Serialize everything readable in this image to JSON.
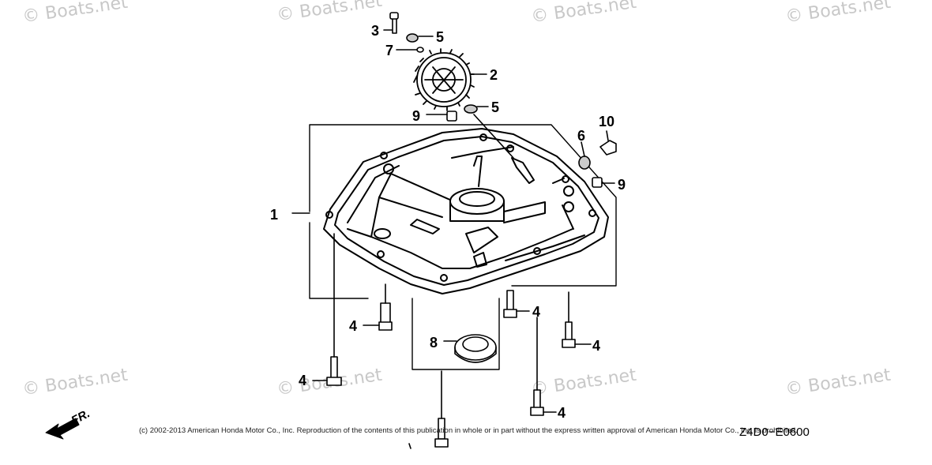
{
  "watermarks": [
    "© Boats.net",
    "© Boats.net",
    "© Boats.net",
    "© Boats.net",
    "© Boats.net",
    "© Boats.net",
    "© Boats.net",
    "© Boats.net"
  ],
  "callouts": {
    "c1": "1",
    "c2": "2",
    "c3": "3",
    "c4a": "4",
    "c4b": "4",
    "c4c": "4",
    "c4d": "4",
    "c4e": "4",
    "c5a": "5",
    "c5b": "5",
    "c6": "6",
    "c7": "7",
    "c8": "8",
    "c9a": "9",
    "c9b": "9",
    "c10": "10"
  },
  "front_label": "FR.",
  "copyright": "(c) 2002-2013 American Honda Motor Co., Inc. Reproduction of the contents of this publication in whole or in part without the express written approval of American Honda Motor Co., Inc. is prohibited.",
  "diagram_code": "Z4D0−E0600"
}
